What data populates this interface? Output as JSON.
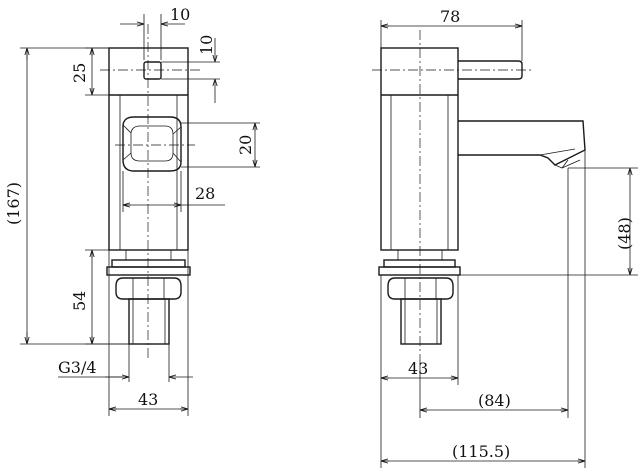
{
  "colors": {
    "line": "#1a1a1a",
    "background": "#ffffff"
  },
  "left_view": {
    "dim_handle_width": "10",
    "dim_handle_height": "10",
    "dim_top_block": "25",
    "dim_overall_height": "(167)",
    "dim_window_height": "20",
    "dim_window_width": "28",
    "dim_nut_height": "54",
    "dim_thread": "G3/4",
    "dim_base_width": "43"
  },
  "right_view": {
    "dim_total_width": "78",
    "dim_spout_height": "(48)",
    "dim_base_width": "43",
    "dim_spout_reach": "(84)",
    "dim_total_depth": "(115.5)"
  }
}
